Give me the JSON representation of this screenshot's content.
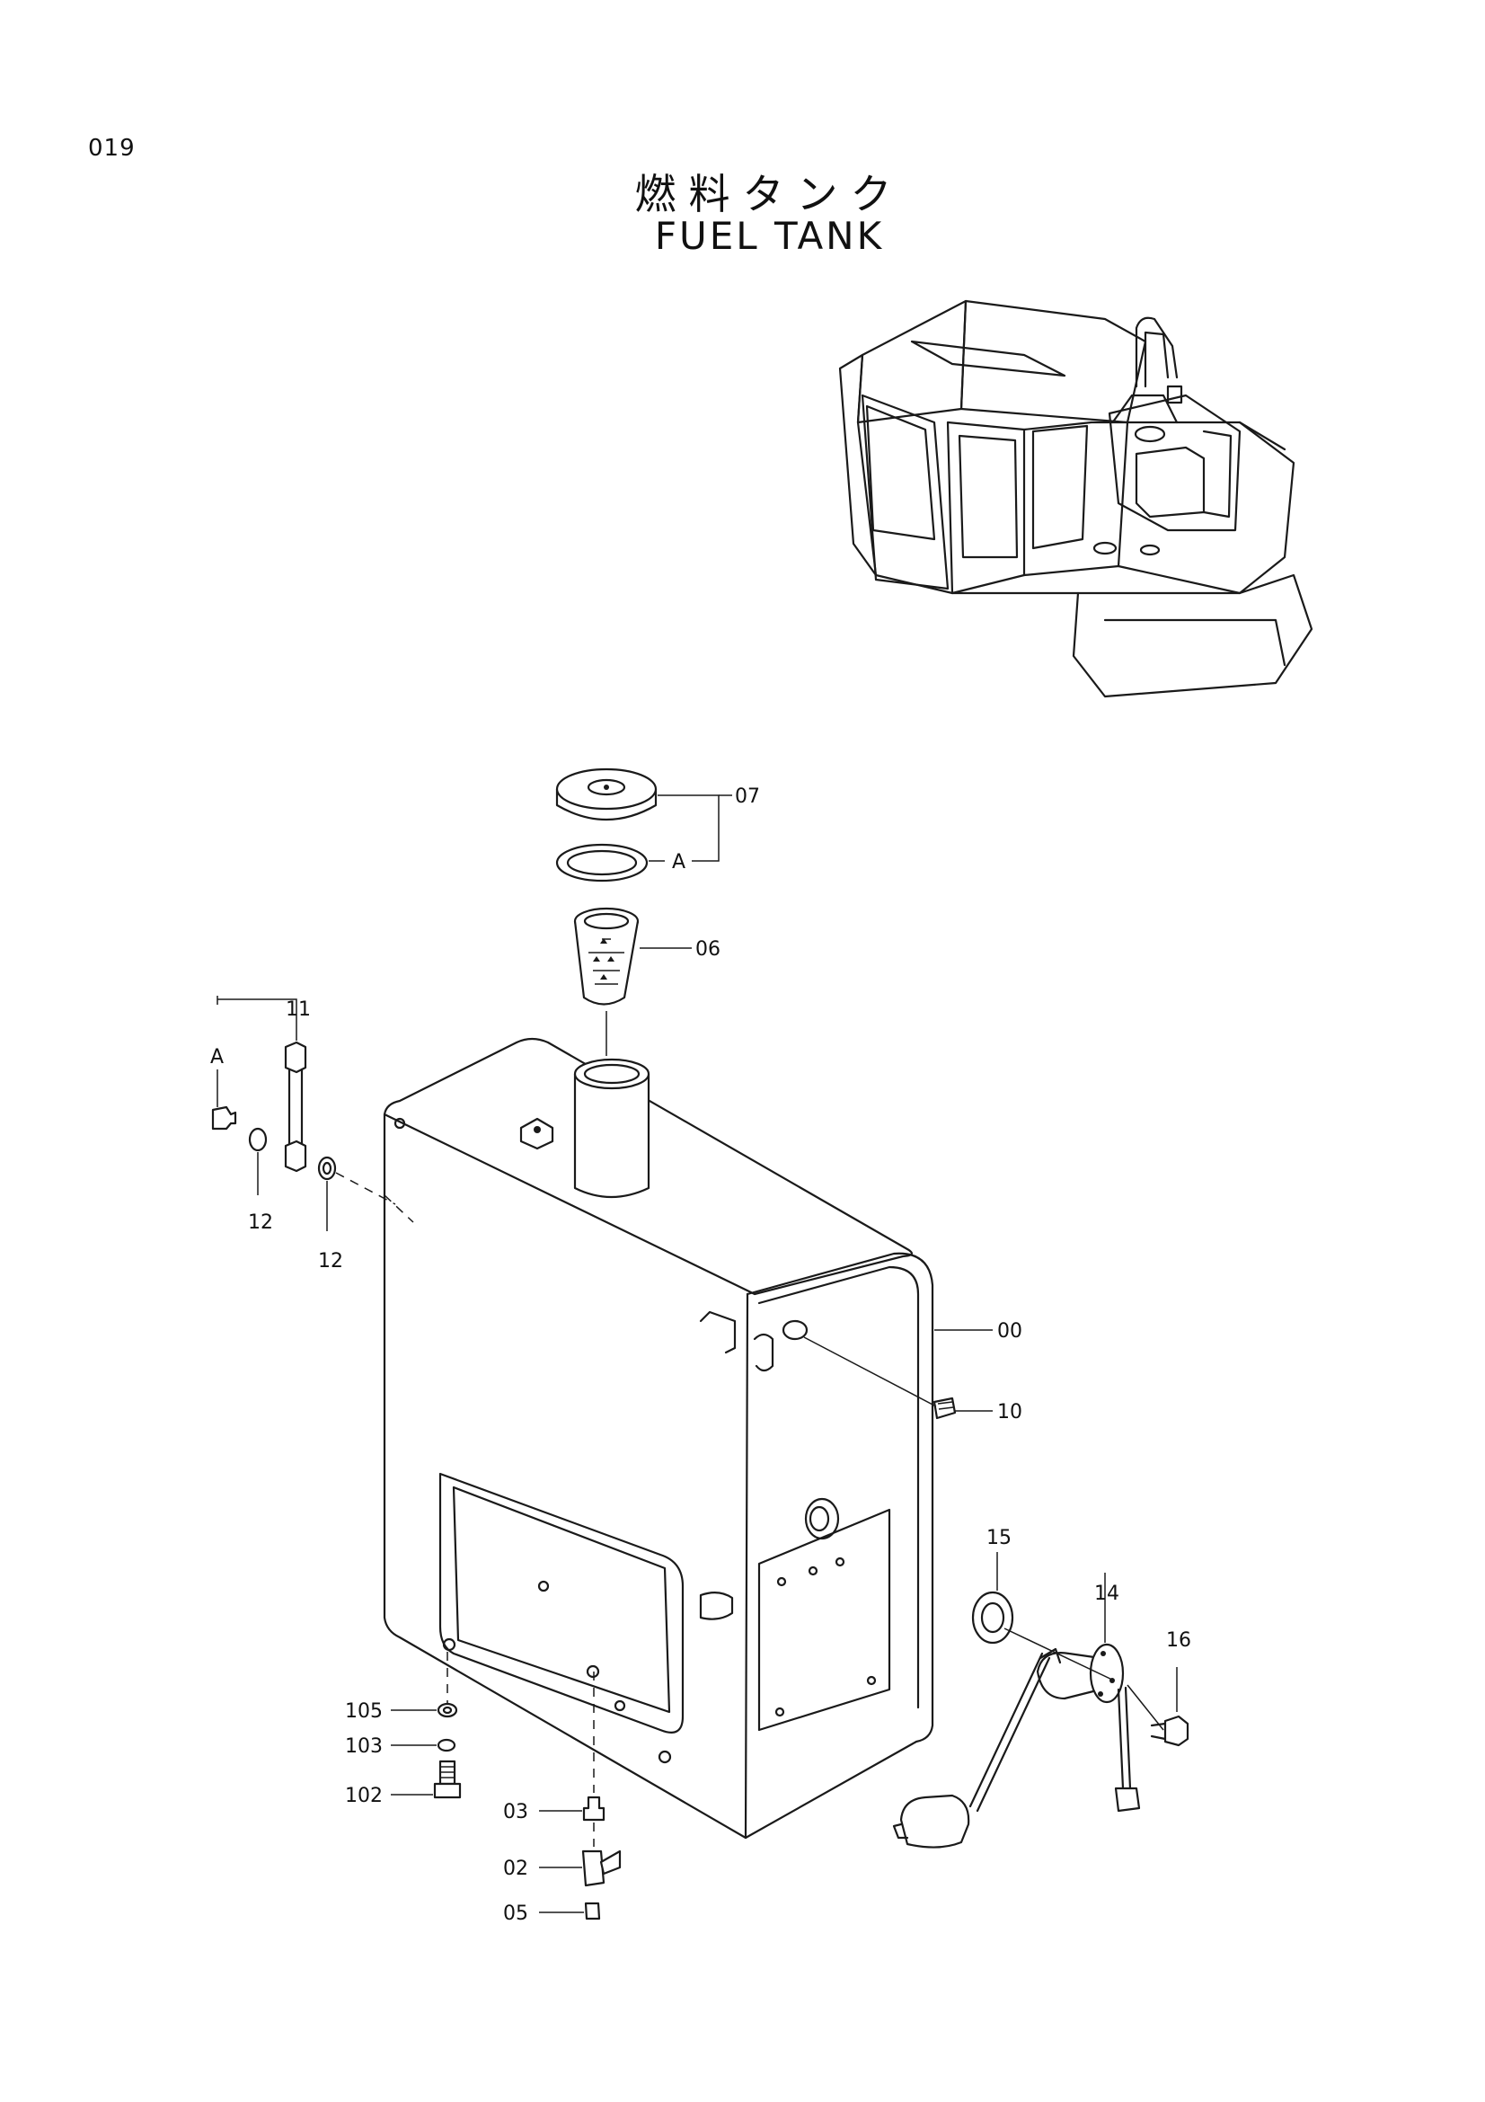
{
  "page": {
    "number": "019"
  },
  "title": {
    "jp": "燃料タンク",
    "en": "FUEL TANK"
  },
  "callouts": {
    "c07": "07",
    "cA1": "A",
    "c06": "06",
    "c11": "11",
    "cA2": "A",
    "c12a": "12",
    "c12b": "12",
    "c00": "00",
    "c10": "10",
    "c15": "15",
    "c14": "14",
    "c16": "16",
    "c105": "105",
    "c103": "103",
    "c102": "102",
    "c03": "03",
    "c02": "02",
    "c05": "05"
  },
  "icons": [
    "excavator-overview-icon",
    "fuel-tank-icon",
    "filler-cap-icon",
    "strainer-icon",
    "level-gauge-icon",
    "fuel-sender-icon"
  ]
}
